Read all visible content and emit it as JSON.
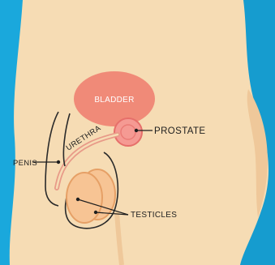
{
  "labels": {
    "bladder": "BLADDER",
    "prostate": "PROSTATE",
    "urethra": "URETHRA",
    "penis": "PENIS",
    "testicles": "TESTICLES"
  },
  "colors": {
    "background": "#1aa8dc",
    "background_dark": "#1187b7",
    "skin": "#f6dcb4",
    "skin_shadow": "#efc89a",
    "bladder": "#f08a78",
    "prostate": "#f59a93",
    "prostate_outline": "#e66f6a",
    "testicle": "#f7c494",
    "testicle_outline": "#e6a066",
    "outline": "#2a2a2a",
    "label_text": "#1e1e1e",
    "bladder_text": "#ffffff"
  }
}
